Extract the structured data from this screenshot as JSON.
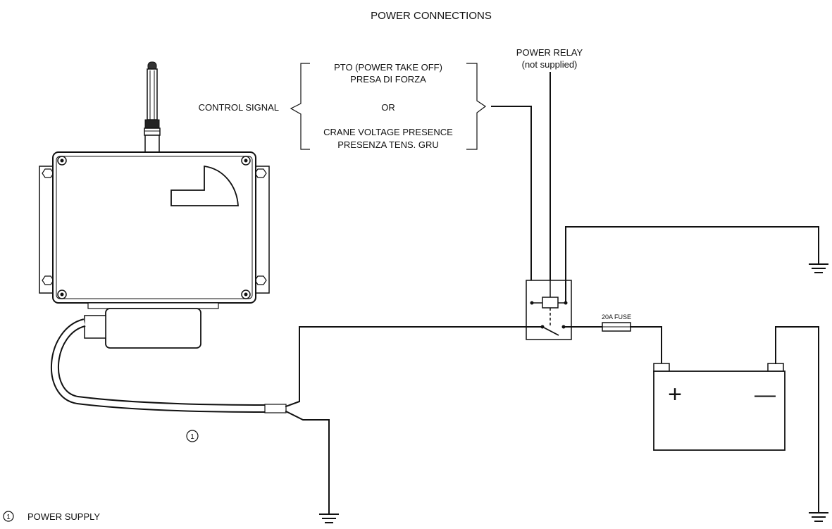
{
  "title": "POWER CONNECTIONS",
  "relay": {
    "label_line1": "POWER RELAY",
    "label_line2": "(not supplied)"
  },
  "control_signal": {
    "label": "CONTROL SIGNAL",
    "option1_line1": "PTO (POWER TAKE OFF)",
    "option1_line2": "PRESA DI FORZA",
    "or_label": "OR",
    "option2_line1": "CRANE VOLTAGE PRESENCE",
    "option2_line2": "PRESENZA TENS. GRU"
  },
  "fuse": {
    "label": "20A FUSE"
  },
  "battery": {
    "positive": "+",
    "negative": "—"
  },
  "callout": {
    "number": "1"
  },
  "legend": {
    "number": "1",
    "text": "POWER SUPPLY"
  }
}
